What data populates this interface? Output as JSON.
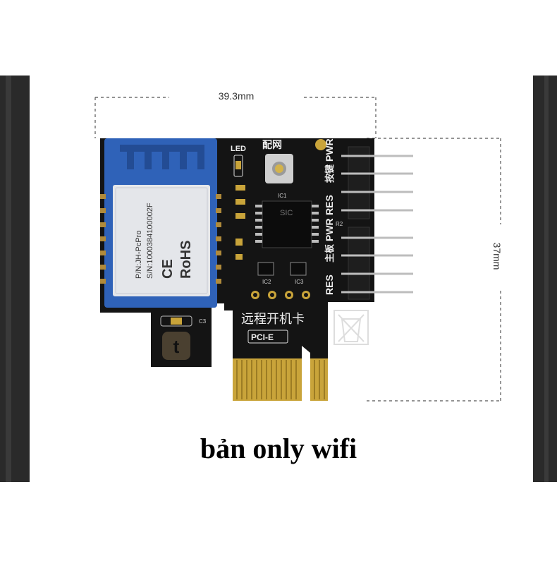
{
  "caption": "bản only wifi",
  "dimensions": {
    "width_label": "39.3mm",
    "height_label": "37mm"
  },
  "module": {
    "pn": "P/N:JH-PcPro",
    "sn": "S/N:1000384100002F",
    "ce": "CE",
    "rohs": "RoHS"
  },
  "board": {
    "led": "LED",
    "pairing": "配网",
    "ic1": "IC1",
    "ic2": "IC2",
    "ic3": "IC3",
    "r2": "R2",
    "c3": "C3",
    "chip": "SIC",
    "button_label": "按键",
    "mainboard_label": "主板",
    "pwr": "PWR",
    "res": "RES",
    "title": "远程开机卡",
    "pcie": "PCI-E",
    "tuya_logo": "t"
  },
  "colors": {
    "pcb": "#141414",
    "module_blue": "#2f62b8",
    "gold": "#c9a43a",
    "frame": "#2a2a2a"
  }
}
